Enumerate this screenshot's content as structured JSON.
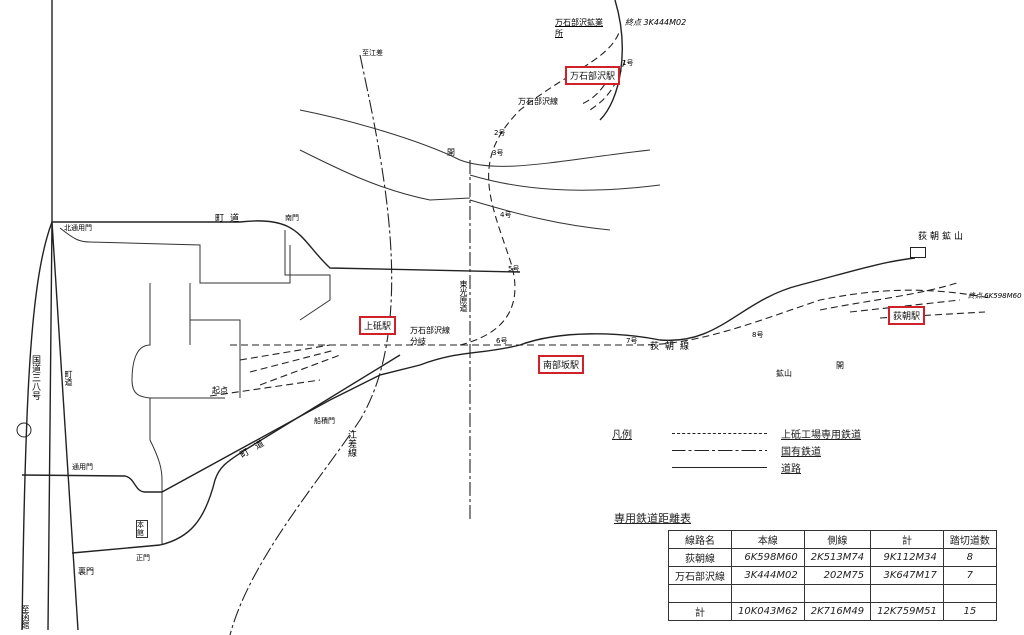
{
  "map": {
    "labels": {
      "national_route": "国道三八号",
      "town_road_top": "町道",
      "south_gate": "南門",
      "north_gate": "北通用門",
      "town_road_left": "町道",
      "service_gate": "通用門",
      "main_gate": "正門",
      "main_building": "本館",
      "back_gate": "裏門",
      "town_road_diag": "町道",
      "ship_gate": "船積門",
      "esashi_line": "江差線",
      "to_esashi": "至江差",
      "mine_office": "万石部沢鉱業所",
      "terminus_manseki": "終点 3K444M02",
      "manseki_line": "万石部沢線",
      "manseki_branch": "万石部沢線分岐",
      "ogi_mine": "荻朝鉱山",
      "terminus_ogi": "終点 6K598M60",
      "ogi_line": "荻朝線",
      "origin": "起点",
      "east_road": "東光原道",
      "crossing_mark": "開",
      "crossing_mark2": "開",
      "mine_mark": "鉱山",
      "to_south": "至函館",
      "switches": [
        "1号",
        "2号",
        "3号",
        "4号",
        "5号",
        "6号",
        "7号",
        "8号"
      ]
    },
    "stations": {
      "kamito": "上砥駅",
      "nanbuzaka": "南部坂駅",
      "manseki": "万石部沢駅",
      "ogi": "荻朝駅"
    },
    "highlight_color": "#d0202a"
  },
  "legend": {
    "title": "凡例",
    "items": [
      {
        "label": "上砥工場専用鉄道",
        "style": "dashed"
      },
      {
        "label": "国有鉄道",
        "style": "dash-dot"
      },
      {
        "label": "道路",
        "style": "solid"
      }
    ]
  },
  "distance_table": {
    "title": "専用鉄道距離表",
    "headers": [
      "線路名",
      "本線",
      "側線",
      "計",
      "踏切道数"
    ],
    "rows": [
      [
        "荻朝線",
        "6K598M60",
        "2K513M74",
        "9K112M34",
        "8"
      ],
      [
        "万石部沢線",
        "3K444M02",
        "202M75",
        "3K647M17",
        "7"
      ],
      [
        "",
        "",
        "",
        "",
        ""
      ],
      [
        "計",
        "10K043M62",
        "2K716M49",
        "12K759M51",
        "15"
      ]
    ]
  }
}
